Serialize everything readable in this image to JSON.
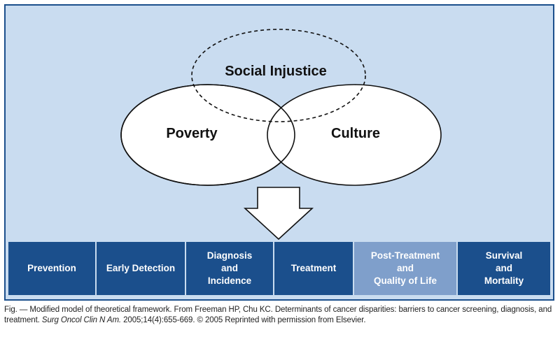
{
  "diagram": {
    "circles": [
      {
        "label": "Social Injustice",
        "style": "dashed"
      },
      {
        "label": "Poverty",
        "style": "solid"
      },
      {
        "label": "Culture",
        "style": "solid"
      }
    ],
    "arrow": "down-arrow"
  },
  "stages": [
    {
      "label": "Prevention",
      "color": "#1b4f8c"
    },
    {
      "label": "Early Detection",
      "color": "#1b4f8c"
    },
    {
      "label": "Diagnosis\nand\nIncidence",
      "color": "#1b4f8c"
    },
    {
      "label": "Treatment",
      "color": "#1b4f8c"
    },
    {
      "label": "Post-Treatment\nand\nQuality of Life",
      "color": "#7f9fcb"
    },
    {
      "label": "Survival\nand\nMortality",
      "color": "#1b4f8c"
    }
  ],
  "caption": {
    "text1": "Fig. — Modified model of theoretical framework. From Freeman HP, Chu KC. Determinants of cancer disparities: barriers to cancer screening, diagnosis, and treatment. ",
    "journal": "Surg Oncol Clin N Am.",
    "text2": " 2005;14(4):655-669. © 2005 Reprinted with permission from Elsevier."
  },
  "colors": {
    "panel": "#c9dcf0",
    "border": "#1b4f8c",
    "stage": "#1b4f8c",
    "stage_highlight": "#7f9fcb"
  }
}
